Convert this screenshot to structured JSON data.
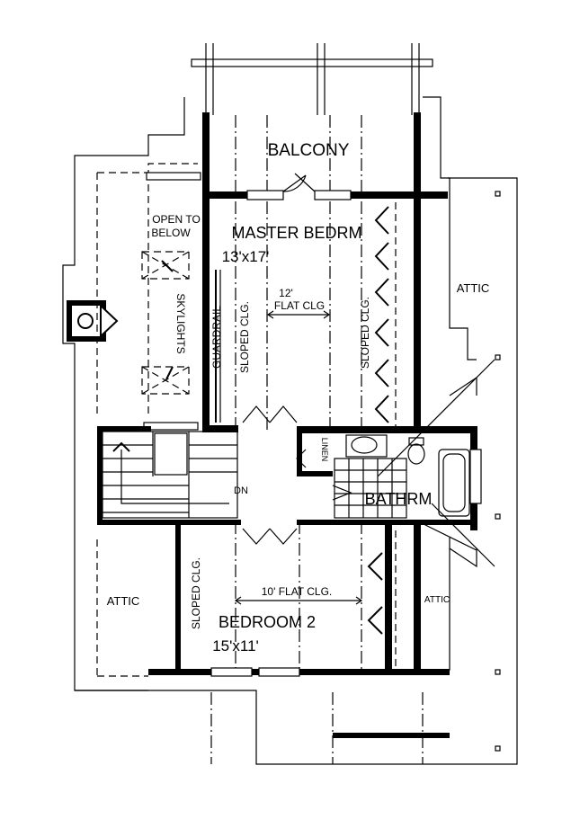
{
  "rooms": {
    "balcony": "BALCONY",
    "master_name": "MASTER BEDRM",
    "master_size": "13'x17'",
    "bedroom2_name": "BEDROOM 2",
    "bedroom2_size": "15'x11'",
    "bathroom": "BATHRM",
    "attic_right": "ATTIC",
    "attic_left": "ATTIC",
    "attic_small": "ATTIC",
    "linen": "LINEN"
  },
  "notes": {
    "open_to_1": "OPEN TO",
    "open_to_2": "BELOW",
    "skylights": "SKYLIGHTS",
    "guardrail": "GUARDRAIL",
    "sloped_1": "SLOPED CLG.",
    "sloped_2": "SLOPED CLG.",
    "sloped_3": "SLOPED CLG.",
    "flat_12_a": "12'",
    "flat_12_b": "FLAT CLG",
    "flat_10": "10' FLAT CLG.",
    "dn": "DN"
  }
}
